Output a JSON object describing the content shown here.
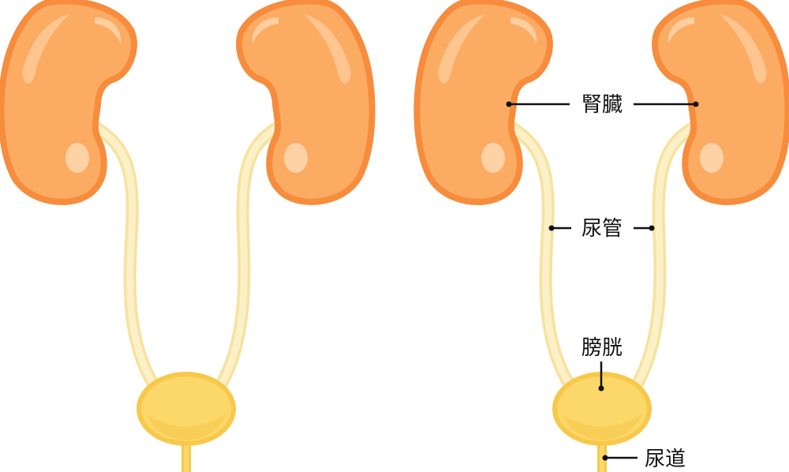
{
  "labels": {
    "kidney": "腎臓",
    "ureter": "尿管",
    "bladder": "膀胱",
    "urethra": "尿道"
  },
  "colors": {
    "kidney_fill": "#FCAB63",
    "kidney_outline": "#F68C3C",
    "kidney_highlight": "#FFD2A5",
    "ureter_fill": "#FCF0C6",
    "ureter_outline": "#F6E2A0",
    "bladder_fill": "#FCD86A",
    "bladder_outline": "#F7C84A",
    "leader_line": "#111111"
  }
}
